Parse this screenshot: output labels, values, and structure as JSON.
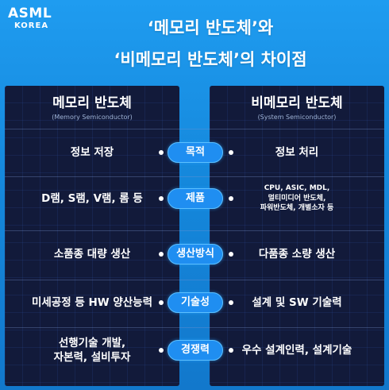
{
  "logo": {
    "main": "ASML",
    "sub": "KOREA"
  },
  "title": {
    "line1": "‘메모리 반도체’와",
    "line2": "‘비메모리 반도체’의 차이점"
  },
  "left_header": {
    "title": "메모리 반도체",
    "subtitle": "(Memory Semiconductor)"
  },
  "right_header": {
    "title": "비메모리 반도체",
    "subtitle": "(System Semiconductor)"
  },
  "rows": [
    {
      "category": "목적",
      "left": [
        "정보 저장"
      ],
      "right": [
        "정보 처리"
      ]
    },
    {
      "category": "제품",
      "left": [
        "D램, S램, V램, 롬 등"
      ],
      "right": [
        "CPU, ASIC, MDL,",
        "멀티미디어 반도체,",
        "파워반도체, 개별소자 등"
      ]
    },
    {
      "category": "생산방식",
      "left": [
        "소품종 대량 생산"
      ],
      "right": [
        "다품종 소량 생산"
      ]
    },
    {
      "category": "기술성",
      "left": [
        "미세공정 등 HW 양산능력"
      ],
      "right": [
        "설계 및 SW 기술력"
      ]
    },
    {
      "category": "경쟁력",
      "left": [
        "선행기술 개발,",
        "자본력, 설비투자"
      ],
      "right": [
        "우수 설계인력, 설계기술"
      ]
    }
  ],
  "colors": {
    "background": "#1a8de0",
    "panel": "#121a3a",
    "pill": "#1f8ef1"
  }
}
